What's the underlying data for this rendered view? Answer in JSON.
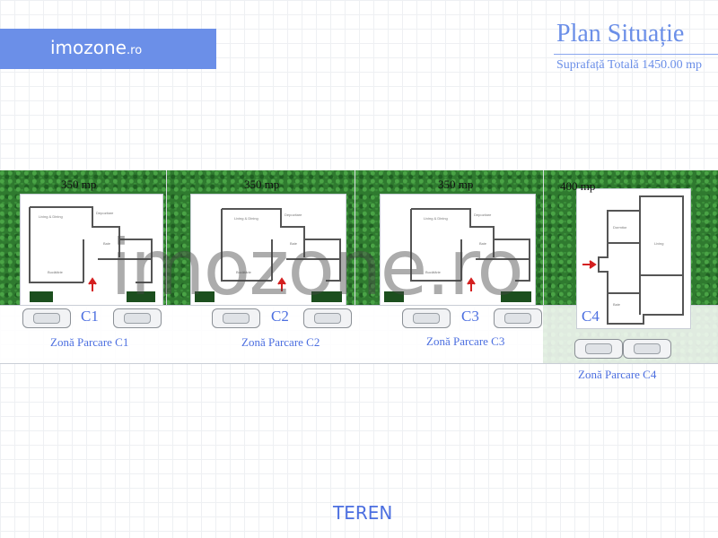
{
  "header": {
    "brand_main": "imozone",
    "brand_suffix": ".ro",
    "title": "Plan Situație",
    "total_area": "Suprafață Totală 1450.00 mp"
  },
  "lots": [
    {
      "area": "350 mp",
      "unit": "C1",
      "parking": "Zonă Parcare C1"
    },
    {
      "area": "350 mp",
      "unit": "C2",
      "parking": "Zonă Parcare C2"
    },
    {
      "area": "350 mp",
      "unit": "C3",
      "parking": "Zonă Parcare C3"
    },
    {
      "area": "400 mp",
      "unit": "C4",
      "parking": "Zonă Parcare C4"
    }
  ],
  "watermark": "imozone.ro",
  "footer": {
    "label": "TEREN"
  },
  "colors": {
    "accent": "#6b8fe8",
    "label": "#4c6fe0",
    "grass": "#2f7a2f",
    "entrance_arrow": "#d42020"
  }
}
